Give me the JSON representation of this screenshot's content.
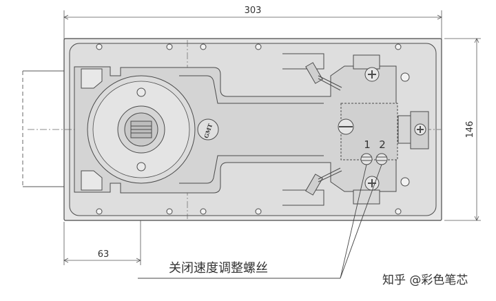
{
  "drawing": {
    "dim_width": "303",
    "dim_height": "146",
    "dim_offset": "63",
    "logo_text": "GMT",
    "valve_label_1": "1",
    "valve_label_2": "2",
    "caption": "关闭速度调整螺丝",
    "watermark": "知乎 @彩色笔芯"
  },
  "colors": {
    "line": "#4a4a4a",
    "plate_fill": "#e4e4e4",
    "inner_fill": "#d9d9d9"
  }
}
